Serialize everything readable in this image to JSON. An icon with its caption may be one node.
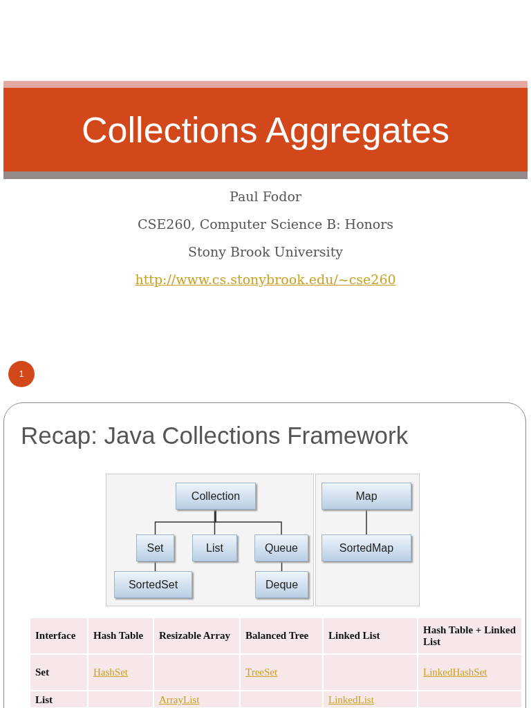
{
  "diagram": {
    "title": "Collections Aggregates",
    "nodes": [
      {
        "text": [
          "Collection"
        ]
      },
      {
        "text": [
          "Set"
        ]
      },
      {
        "text": [
          "List"
        ]
      },
      {
        "text": [
          "Queue"
        ]
      },
      {
        "text": [
          "SortedSet"
        ]
      },
      {
        "text": [
          "Deque"
        ]
      },
      {
        "text": [
          "Map"
        ]
      },
      {
        "text": [
          "SortedMap"
        ]
      }
    ],
    "edges": [
      {
        "from": 0,
        "to": 1,
        "arrow": "none"
      },
      {
        "from": 0,
        "to": 2,
        "arrow": "none"
      },
      {
        "from": 0,
        "to": 3,
        "arrow": "none"
      },
      {
        "from": 1,
        "to": 4,
        "arrow": "none"
      },
      {
        "from": 3,
        "to": 5,
        "arrow": "none"
      },
      {
        "from": 6,
        "to": 7,
        "arrow": "none"
      }
    ],
    "labels": [
      "Paul Fodor",
      "CSE260, Computer Science B: Honors",
      "Stony Brook University",
      "http://www.cs.stonybrook.edu/~cse260",
      "1",
      "Recap: Java Collections Framework",
      "Interface",
      "Hash Table",
      "Resizable Array",
      "Balanced Tree",
      "Linked List",
      "Hash Table + Linked List",
      "Set",
      "HashSet",
      "TreeSet",
      "LinkedHashSet",
      "List",
      "ArrayList",
      "LinkedList"
    ]
  }
}
